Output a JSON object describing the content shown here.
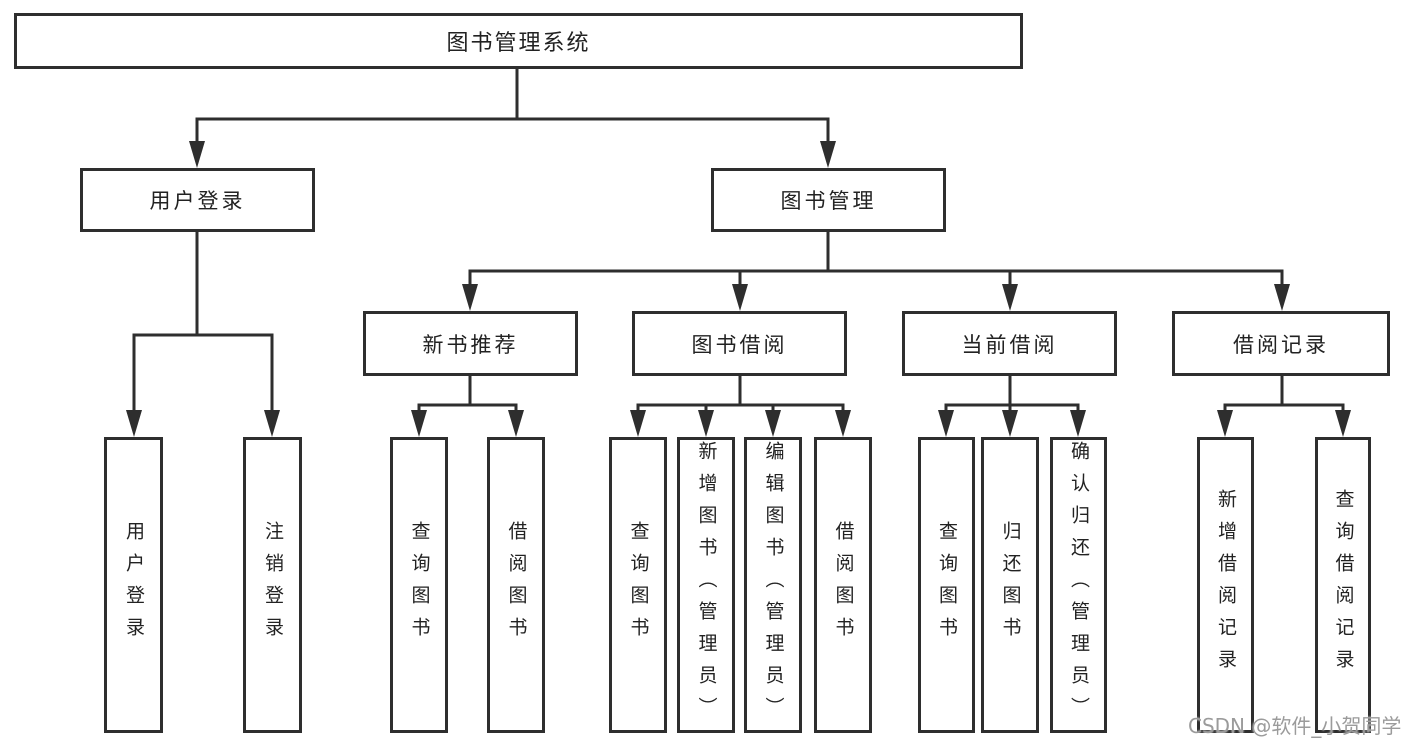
{
  "title": "图书管理系统",
  "watermark": "CSDN @软件_小贺同学",
  "colors": {
    "line": "#2e2e2e",
    "box_border": "#2e2e2e",
    "text": "#222222",
    "watermark": "#9b9b9b",
    "background": "#ffffff"
  },
  "tree": {
    "root": {
      "label": "图书管理系统"
    },
    "branches": [
      {
        "label": "用户登录",
        "children": [
          "用户登录",
          "注销登录"
        ]
      },
      {
        "label": "图书管理"
      }
    ],
    "modules": [
      {
        "label": "新书推荐",
        "children": [
          "查询图书",
          "借阅图书"
        ]
      },
      {
        "label": "图书借阅",
        "children": [
          "查询图书",
          "新增图书（管理员）",
          "编辑图书（管理员）",
          "借阅图书"
        ]
      },
      {
        "label": "当前借阅",
        "children": [
          "查询图书",
          "归还图书",
          "确认归还（管理员）"
        ]
      },
      {
        "label": "借阅记录",
        "children": [
          "新增借阅记录",
          "查询借阅记录"
        ]
      }
    ]
  }
}
